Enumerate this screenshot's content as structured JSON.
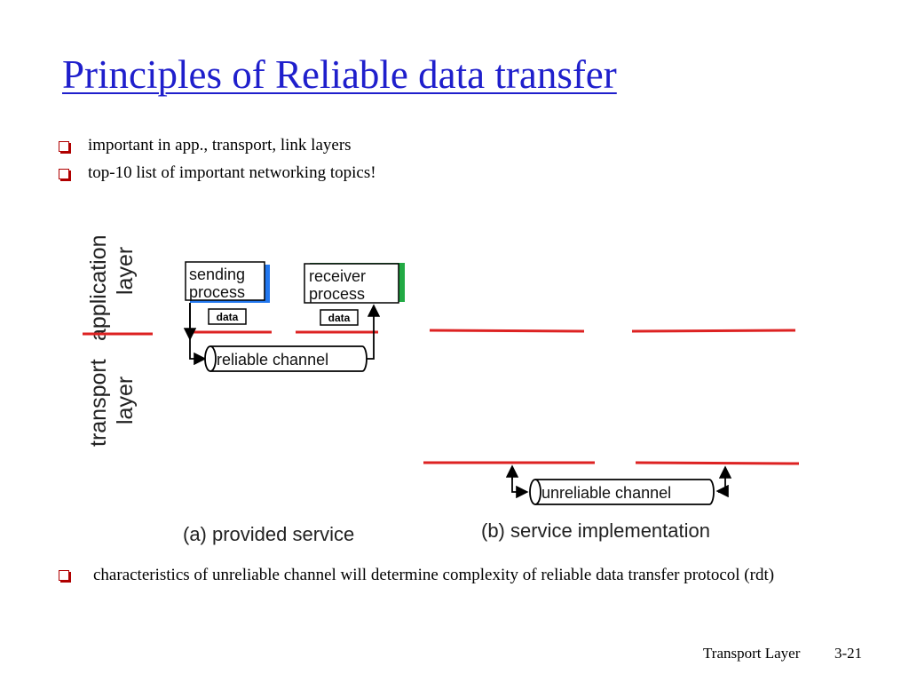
{
  "slide": {
    "title": "Principles of Reliable data transfer",
    "bullets": [
      "important in app., transport, link layers",
      "top-10 list of important networking topics!"
    ],
    "bottom_bullet": "characteristics of unreliable channel will determine complexity of reliable data transfer protocol (rdt)",
    "footer_left": "Transport Layer",
    "footer_right": "3-21"
  },
  "diagram": {
    "layer_labels": {
      "application_line1": "application",
      "application_line2": "layer",
      "transport_line1": "transport",
      "transport_line2": "layer"
    },
    "sending_process_line1": "sending",
    "sending_process_line2": "process",
    "receiver_process_line1": "receiver",
    "receiver_process_line2": "process",
    "data_label": "data",
    "reliable_channel": "reliable channel",
    "unreliable_channel": "unreliable channel",
    "caption_a": "(a)  provided service",
    "caption_b": "(b) service implementation",
    "colors": {
      "title": "#1f1fcc",
      "layer_line": "#dd2222",
      "sender_shadow": "#2277ee",
      "receiver_shadow": "#22aa44",
      "bullet_box": "#b00000"
    }
  }
}
